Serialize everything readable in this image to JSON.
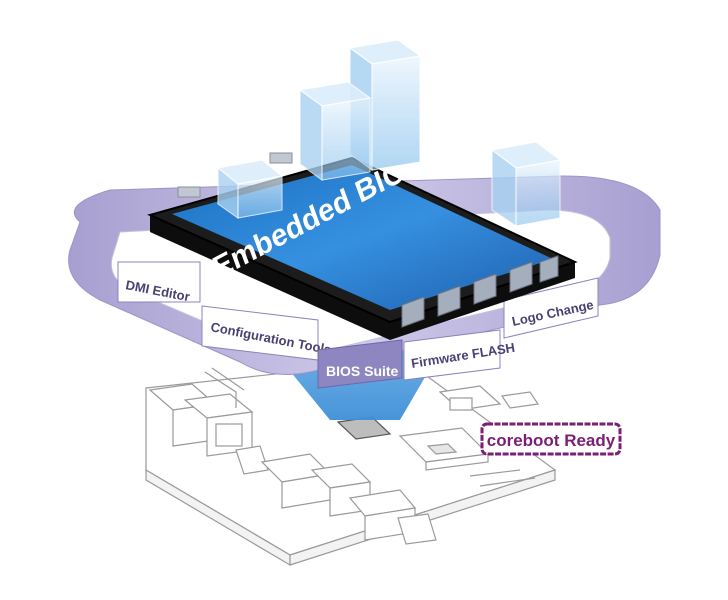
{
  "chip": {
    "title": "Embedded BIOS"
  },
  "suite": {
    "center_label": "BIOS Suite",
    "tools": [
      "DMI Editor",
      "Configuration Tools",
      "Firmware FLASH",
      "Logo Change"
    ]
  },
  "badge": {
    "text": "coreboot Ready"
  },
  "colors": {
    "chip_blue": "#2a7fd0",
    "chip_body": "#1a1a1a",
    "ring": "#b7b0d8",
    "label_text": "#4a3f73",
    "badge": "#7a1f73"
  }
}
